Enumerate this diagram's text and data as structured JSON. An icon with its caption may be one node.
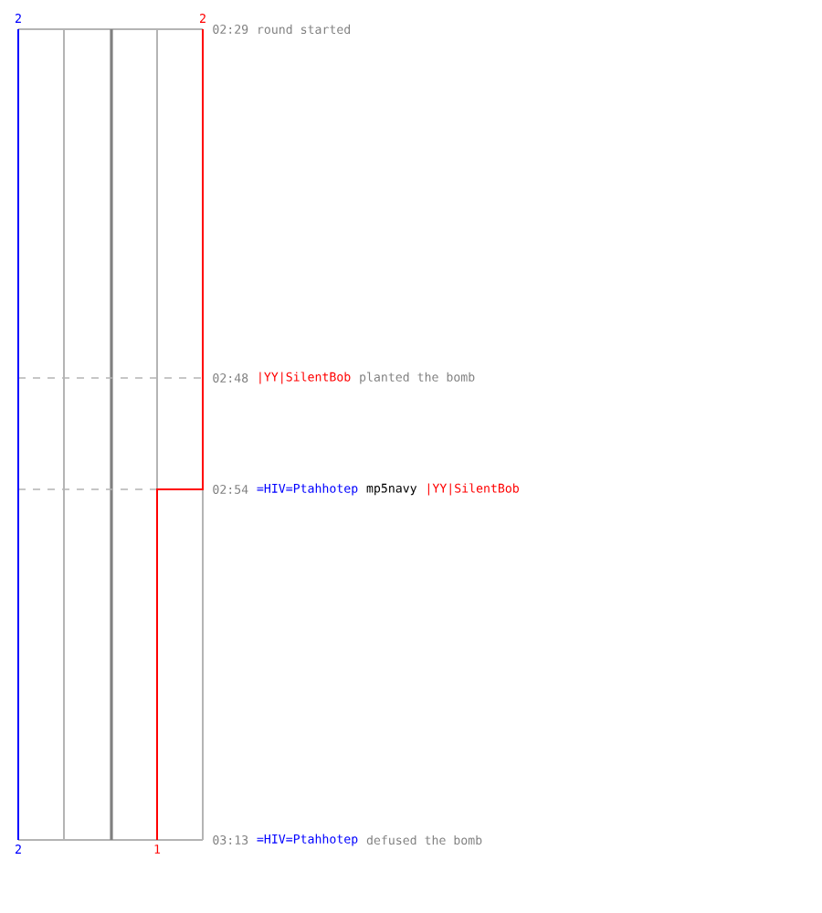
{
  "diagram": {
    "labels": [
      "2",
      "2",
      "02:29",
      "round started",
      "02:48",
      "|YY|SilentBob",
      "planted the bomb",
      "02:54",
      "=HIV=Ptahhotep",
      "mp5navy",
      "|YY|SilentBob",
      "03:13",
      "=HIV=Ptahhotep",
      "defused the bomb",
      "2",
      "1"
    ]
  }
}
